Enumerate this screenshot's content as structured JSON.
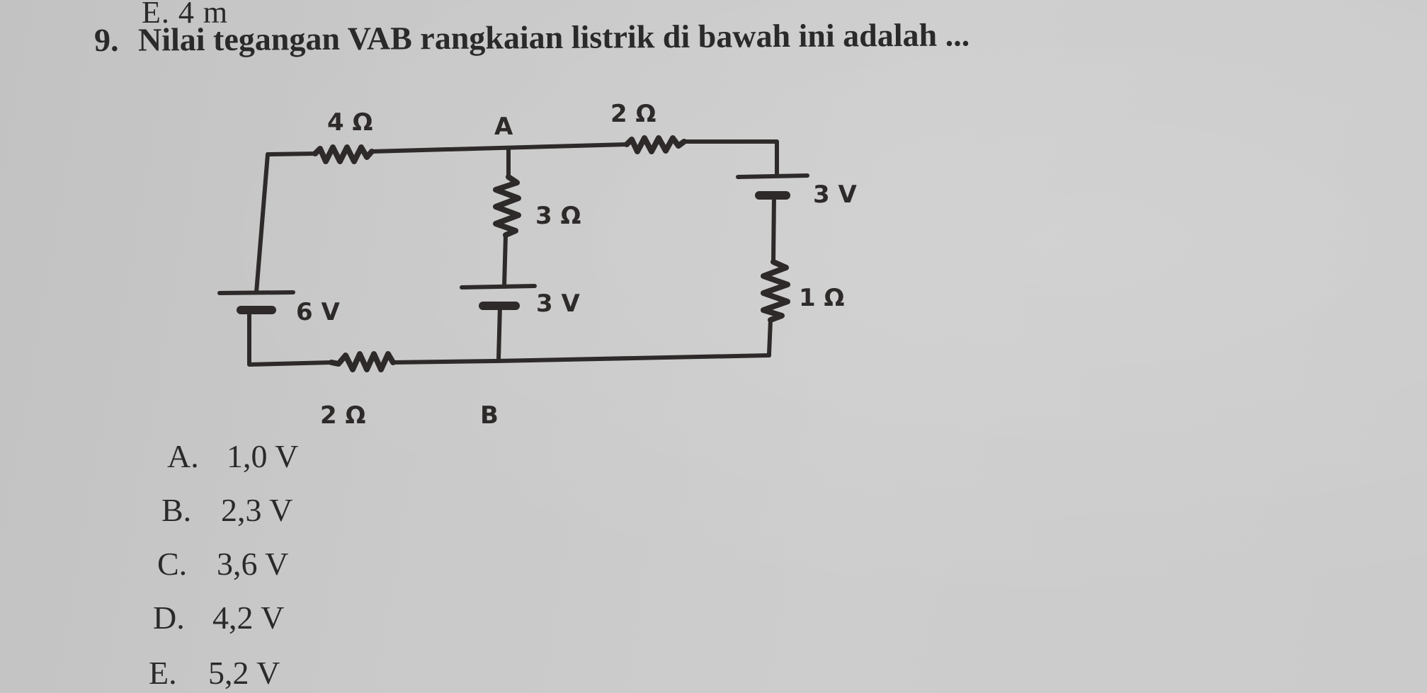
{
  "previous_question": {
    "last_option": "E.  4 m"
  },
  "question": {
    "number": "9.",
    "text": "Nilai tegangan VAB rangkaian listrik di bawah ini adalah ..."
  },
  "circuit": {
    "nodes": {
      "a": "A",
      "b": "B"
    },
    "components": {
      "r_top_left": "4 Ω",
      "r_top_right": "2 Ω",
      "r_middle": "3 Ω",
      "r_right": "1 Ω",
      "r_bottom_left": "2 Ω",
      "emf_left": "6 V",
      "emf_middle": "3 V",
      "emf_right": "3 V"
    }
  },
  "options": [
    {
      "letter": "A.",
      "value": "1,0 V"
    },
    {
      "letter": "B.",
      "value": "2,3 V"
    },
    {
      "letter": "C.",
      "value": "3,6 V"
    },
    {
      "letter": "D.",
      "value": "4,2 V"
    },
    {
      "letter": "E.",
      "value": "5,2 V"
    }
  ],
  "colors": {
    "paper": "#c9c9c9",
    "ink": "#2e2a2a"
  }
}
